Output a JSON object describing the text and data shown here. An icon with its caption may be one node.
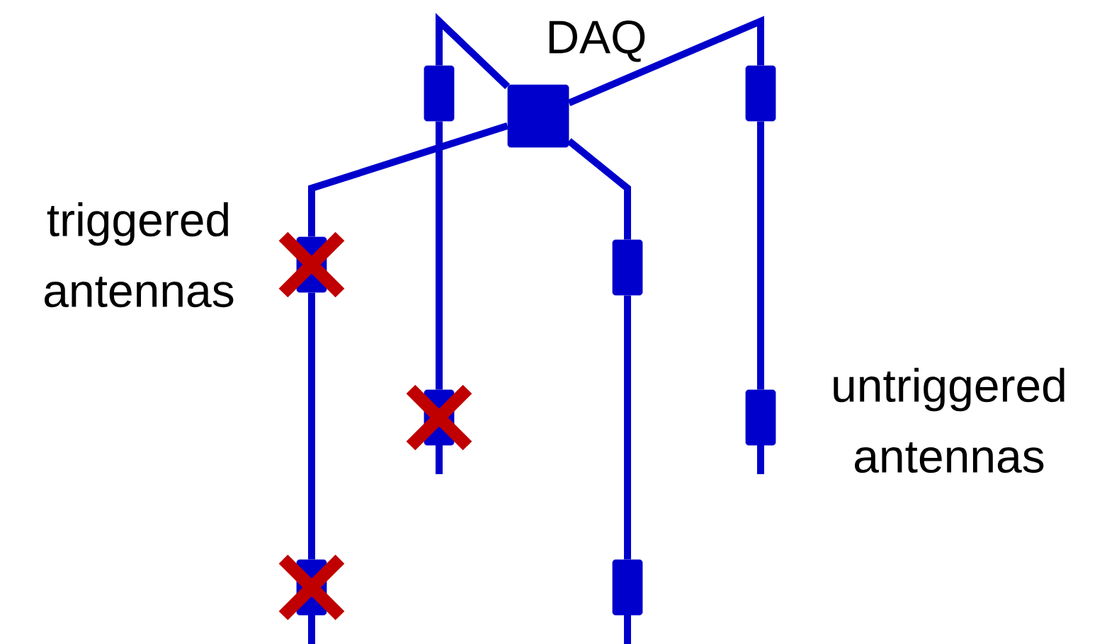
{
  "diagram": {
    "nodes": [
      {
        "text": [
          "DAQ"
        ]
      },
      {
        "text": [],
        "shape": "box"
      },
      {
        "text": [],
        "shape": "box"
      },
      {
        "text": [],
        "shape": "box"
      },
      {
        "text": [],
        "shape": "box"
      },
      {
        "text": [],
        "shape": "box"
      },
      {
        "text": [],
        "shape": "box"
      },
      {
        "text": [],
        "shape": "box"
      },
      {
        "text": [],
        "shape": "box"
      }
    ],
    "edges": [
      {
        "from": 0,
        "to": 1,
        "arrow": "none"
      },
      {
        "from": 0,
        "to": 2,
        "arrow": "none"
      },
      {
        "from": 0,
        "to": 3,
        "arrow": "none"
      },
      {
        "from": 0,
        "to": 4,
        "arrow": "none"
      },
      {
        "from": 1,
        "to": 5,
        "arrow": "none"
      },
      {
        "from": 2,
        "to": 6,
        "arrow": "none"
      },
      {
        "from": 3,
        "to": 7,
        "arrow": "none"
      },
      {
        "from": 4,
        "to": 8,
        "arrow": "none"
      }
    ],
    "labels": [
      "triggered antennas",
      "untriggered antennas"
    ]
  }
}
